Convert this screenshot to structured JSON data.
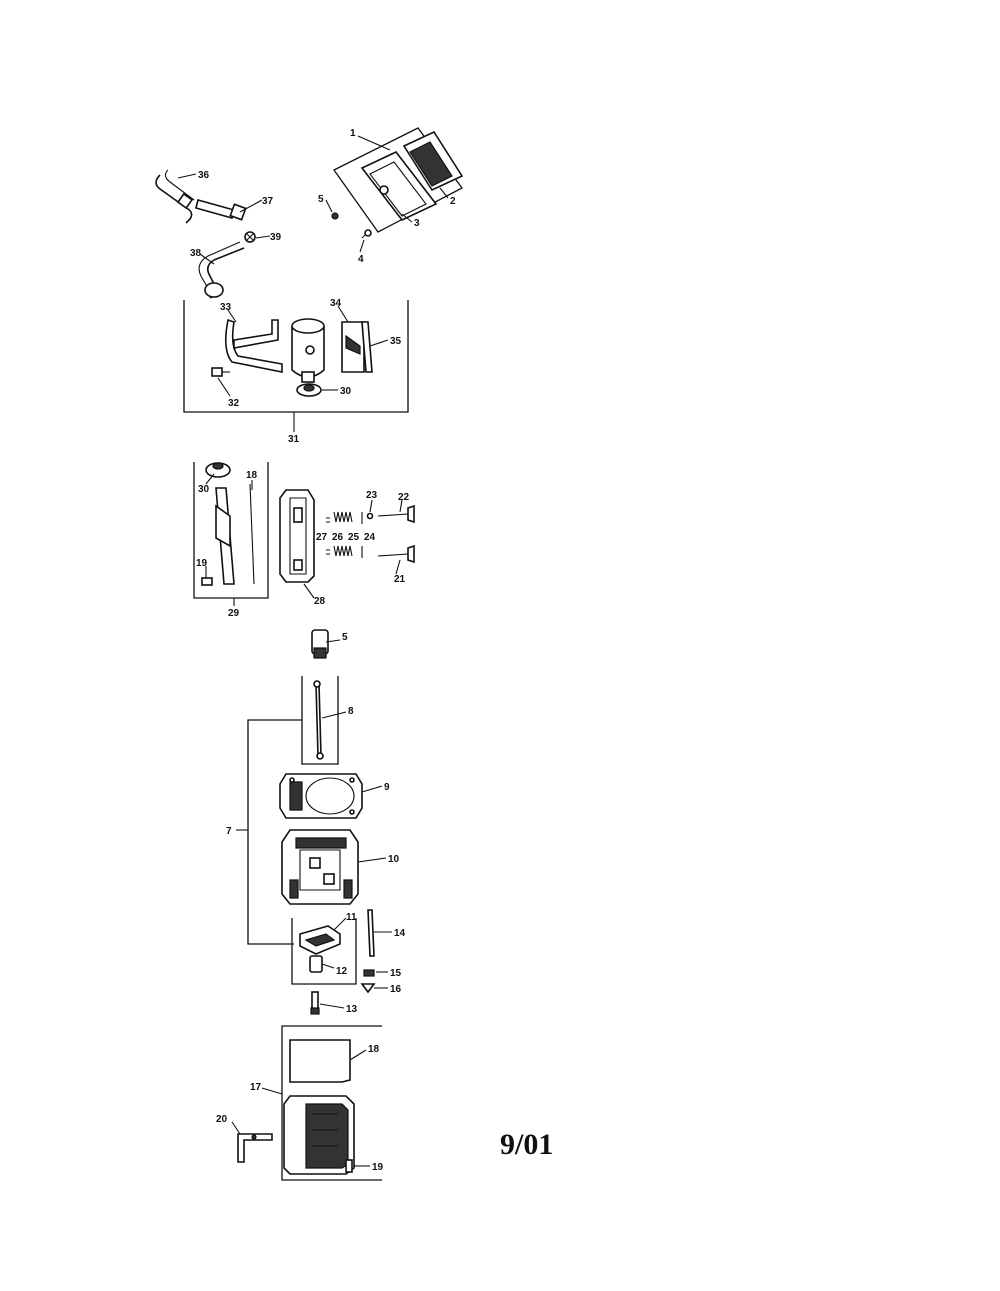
{
  "date_code": "9/01",
  "callouts": {
    "c1": "1",
    "c2": "2",
    "c3": "3",
    "c4": "4",
    "c5a": "5",
    "c5b": "5",
    "c7": "7",
    "c8": "8",
    "c9": "9",
    "c10": "10",
    "c11": "11",
    "c12": "12",
    "c13": "13",
    "c14": "14",
    "c15": "15",
    "c16": "16",
    "c17": "17",
    "c18a": "18",
    "c18b": "18",
    "c19a": "19",
    "c19b": "19",
    "c20": "20",
    "c21": "21",
    "c22": "22",
    "c23": "23",
    "c24": "24",
    "c25": "25",
    "c26": "26",
    "c27": "27",
    "c28": "28",
    "c29": "29",
    "c30a": "30",
    "c30b": "30",
    "c31": "31",
    "c32": "32",
    "c33": "33",
    "c34": "34",
    "c35": "35",
    "c36": "36",
    "c37": "37",
    "c38": "38",
    "c39": "39"
  }
}
